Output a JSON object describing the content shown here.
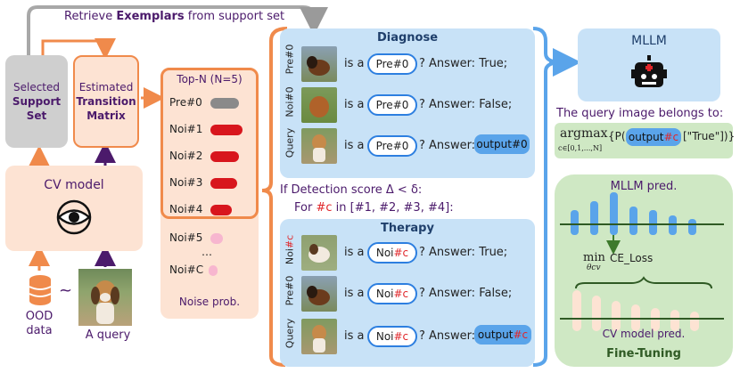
{
  "top_arrow_label_prefix": "Retrieve ",
  "top_arrow_label_bold": "Exemplars",
  "top_arrow_label_suffix": " from support set",
  "selected_support_set": {
    "line1": "Selected",
    "line2": "Support",
    "line3": "Set"
  },
  "estimated_matrix": {
    "line1": "Estimated",
    "line2": "Transition",
    "line3": "Matrix"
  },
  "cv_model": "CV model",
  "ood_data": {
    "line1": "OOD",
    "line2": "data"
  },
  "tilde": "~",
  "a_query": "A query",
  "topn": {
    "title": "Top-N (N=5)",
    "items": [
      "Pre#0",
      "Noi#1",
      "Noi#2",
      "Noi#3",
      "Noi#4"
    ],
    "extra": [
      "Noi#5",
      "…",
      "Noi#C"
    ],
    "footer": "Noise prob."
  },
  "diagnose": {
    "title": "Diagnose",
    "rows": [
      {
        "side": "Pre#0",
        "pre": "is a",
        "pill": "Pre#0",
        "post": "? Answer: True;"
      },
      {
        "side": "Noi#0",
        "pre": "is a",
        "pill": "Pre#0",
        "post": "? Answer: False;"
      },
      {
        "side": "Query",
        "pre": "is a",
        "pill": "Pre#0",
        "post": "? Answer:",
        "output": "output#0"
      }
    ]
  },
  "detection": "If Detection score Δ < δ:",
  "for_loop": {
    "prefix": "For ",
    "var": "#c",
    "suffix": " in [#1, #2, #3, #4]:"
  },
  "therapy": {
    "title": "Therapy",
    "rows": [
      {
        "side_prefix": "Noi",
        "side_var": "#c",
        "pre": "is a",
        "pill_prefix": "Noi",
        "pill_var": "#c",
        "post": "? Answer: True;"
      },
      {
        "side_prefix": "Pre#0",
        "side_var": "",
        "pre": "is a",
        "pill_prefix": "Noi",
        "pill_var": "#c",
        "post": "? Answer: False;"
      },
      {
        "side_prefix": "Query",
        "side_var": "",
        "pre": "is a",
        "pill_prefix": "Noi",
        "pill_var": "#c",
        "post": "? Answer:",
        "output_prefix": "output",
        "output_var": "#c"
      }
    ]
  },
  "mllm": "MLLM",
  "query_belongs": "The query image belongs to:",
  "argmax": {
    "op": "argmax",
    "sub": "c∈[0,1,...,N]",
    "open": "{P(",
    "output_prefix": "output",
    "output_var": "#c",
    "close": "[\"True\"])}"
  },
  "finetune": {
    "mllm_pred": "MLLM pred.",
    "min": "min",
    "min_sub": "θcv",
    "loss": "CE_Loss",
    "cv_pred": "CV model pred.",
    "title": "Fine-Tuning"
  },
  "colors": {
    "orange": "#f08a4b",
    "peach": "#fde3d3",
    "blue": "#c8e2f7",
    "blue_border": "#5aa4ea",
    "green": "#cfe8c4",
    "red": "#d8161d",
    "purple": "#4b1a6b",
    "gray": "#cfcfcf"
  }
}
